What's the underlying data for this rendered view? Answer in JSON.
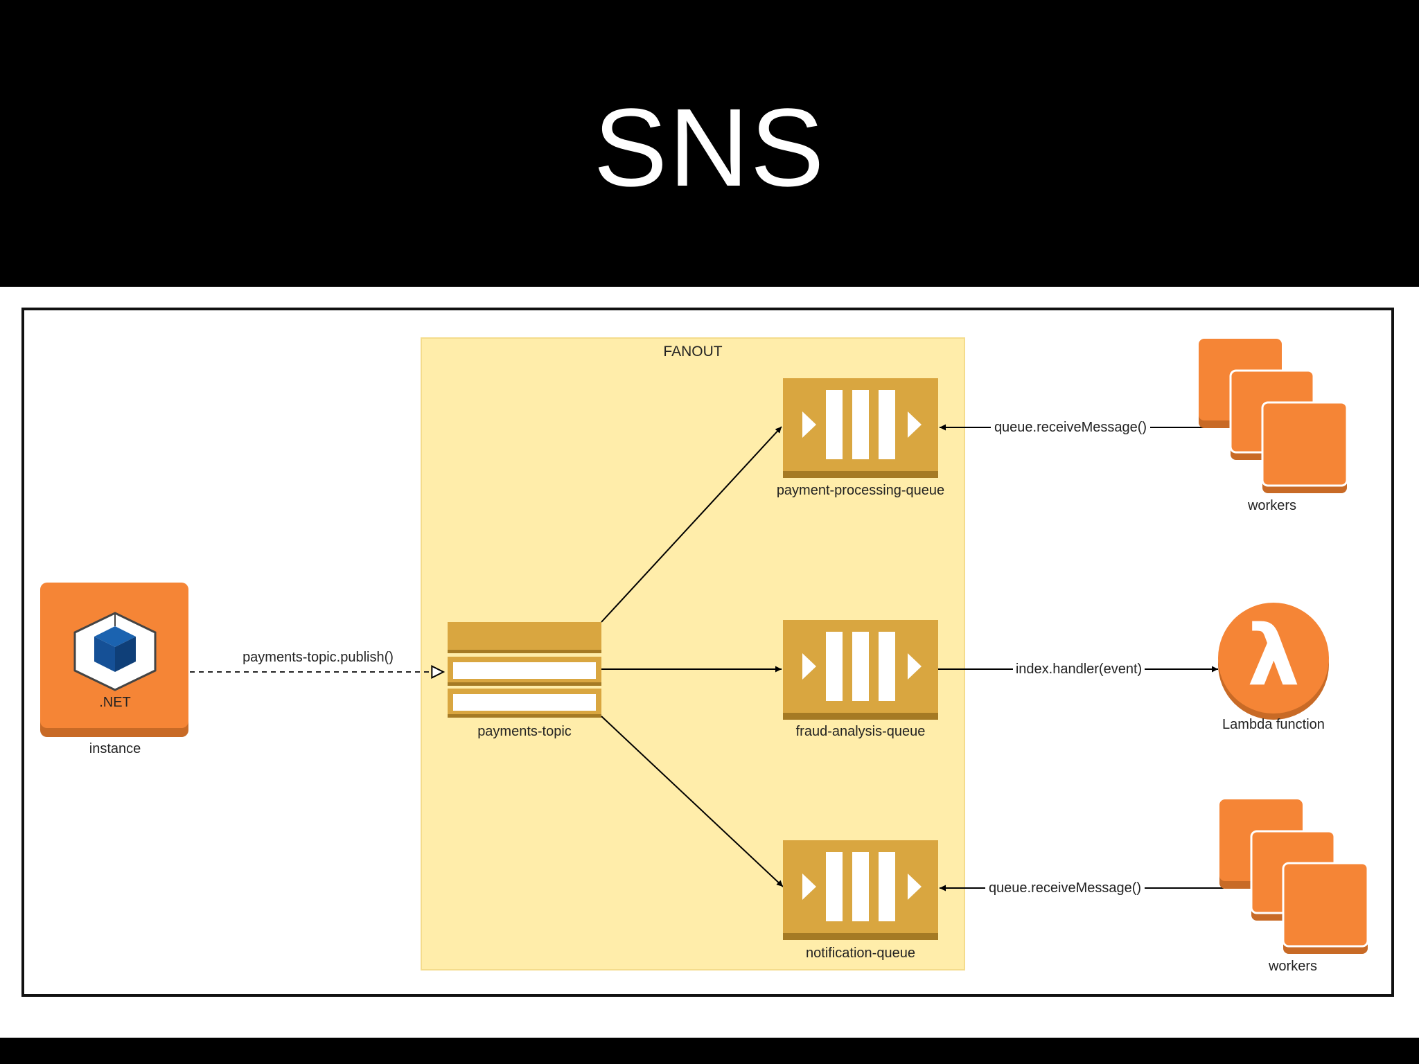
{
  "slide": {
    "title": "SNS"
  },
  "colors": {
    "aws_orange": "#F58536",
    "aws_orange_dark": "#C86A26",
    "sqs_gold": "#D9A640",
    "sqs_gold_dark": "#A57A24",
    "fanout_bg": "#FFEDAA",
    "dotnet_blue": "#1B63B0"
  },
  "diagram": {
    "fanout_label": "FANOUT",
    "instance": {
      "badge": ".NET",
      "label": "instance",
      "icon": "dotnet-cube-icon"
    },
    "publish_label": "payments-topic.publish()",
    "topic": {
      "label": "payments-topic",
      "icon": "sns-topic-icon"
    },
    "queues": [
      {
        "label": "payment-processing-queue",
        "icon": "sqs-queue-icon"
      },
      {
        "label": "fraud-analysis-queue",
        "icon": "sqs-queue-icon"
      },
      {
        "label": "notification-queue",
        "icon": "sqs-queue-icon"
      }
    ],
    "consumers": [
      {
        "label": "workers",
        "edge_label": "queue.receiveMessage()",
        "icon": "ec2-instances-icon"
      },
      {
        "label": "Lambda function",
        "edge_label": "index.handler(event)",
        "icon": "lambda-icon"
      },
      {
        "label": "workers",
        "edge_label": "queue.receiveMessage()",
        "icon": "ec2-instances-icon"
      }
    ]
  }
}
